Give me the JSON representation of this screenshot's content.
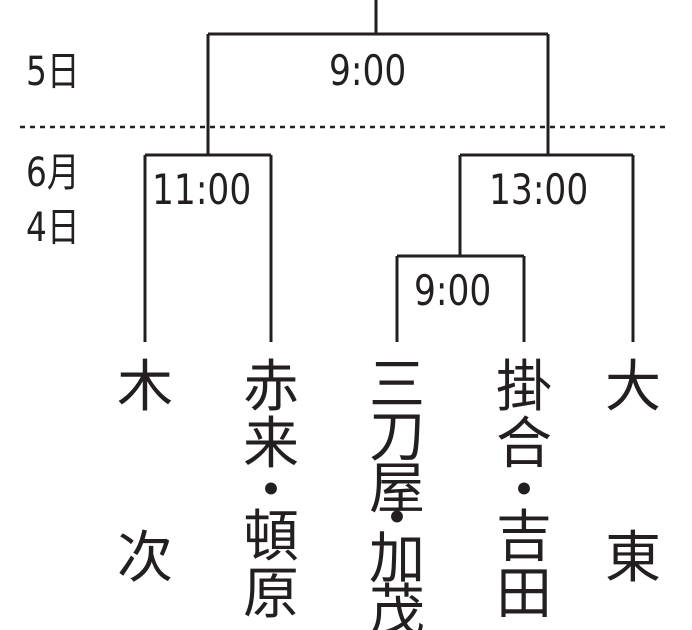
{
  "dates": {
    "day5": "5日",
    "june4_month": "6月",
    "june4_day": "4日"
  },
  "times": {
    "final": "9:00",
    "left_semi": "11:00",
    "right_semi": "13:00",
    "first_round": "9:00"
  },
  "teams": [
    {
      "name": "木次",
      "chars": [
        "木",
        "",
        "",
        "次"
      ]
    },
    {
      "name": "赤来・頓原",
      "chars": [
        "赤",
        "来",
        "・",
        "頓",
        "原"
      ]
    },
    {
      "name": "三刀屋・加茂",
      "chars": [
        "三",
        "刀",
        "屋",
        "・",
        "加",
        "茂"
      ]
    },
    {
      "name": "掛合・吉田",
      "chars": [
        "掛",
        "合",
        "・",
        "吉",
        "田"
      ]
    },
    {
      "name": "大東",
      "chars": [
        "大",
        "",
        "",
        "東"
      ]
    }
  ],
  "colors": {
    "ink": "#231f20",
    "background": "#ffffff"
  }
}
